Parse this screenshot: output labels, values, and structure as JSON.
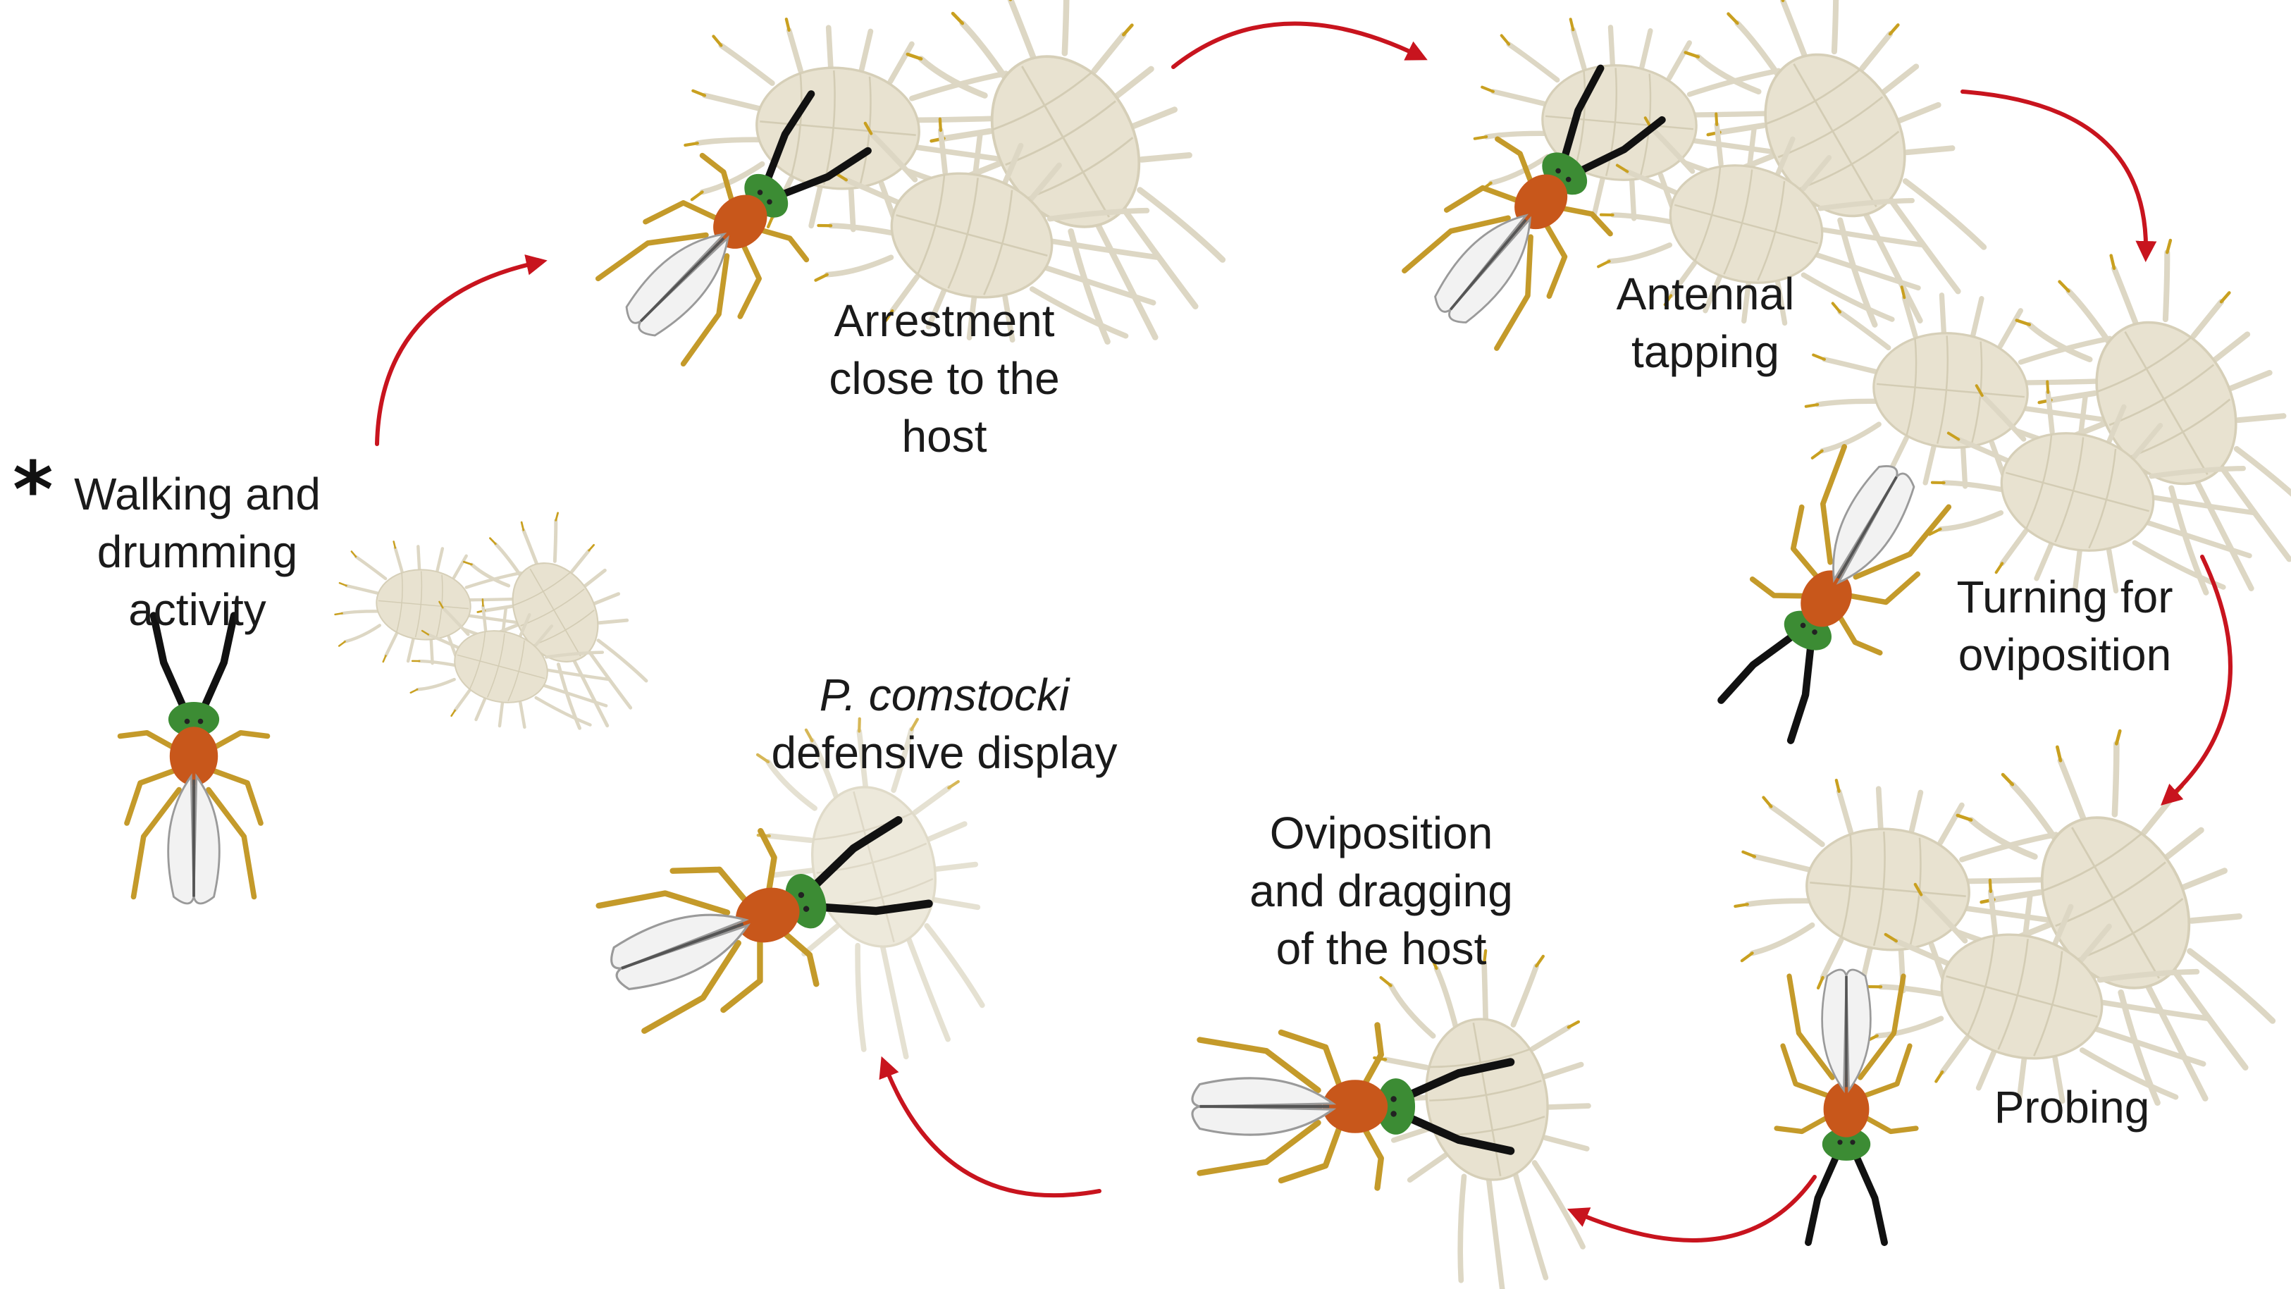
{
  "start_marker": "*",
  "stages": [
    {
      "id": "walking",
      "lines": [
        "Walking and",
        "drumming",
        "activity"
      ]
    },
    {
      "id": "arrestment",
      "lines": [
        "Arrestment",
        "close to the",
        "host"
      ]
    },
    {
      "id": "antennal",
      "lines": [
        "Antennal",
        "tapping"
      ]
    },
    {
      "id": "turning",
      "lines": [
        "Turning for",
        "oviposition"
      ]
    },
    {
      "id": "probing",
      "lines": [
        "Probing"
      ]
    },
    {
      "id": "oviposition",
      "lines": [
        "Oviposition",
        "and dragging",
        "of the host"
      ]
    },
    {
      "id": "defensive",
      "lines": [
        "P. comstocki",
        "defensive display"
      ]
    }
  ],
  "colors": {
    "arrow": "#c8141e",
    "mealybug_body": "#e8e2d0",
    "mealybug_filament": "#ddd7c4",
    "mealybug_tip": "#c9a020",
    "wasp_thorax": "#c8571b",
    "wasp_head": "#3c8c34",
    "wasp_antenna": "#111111",
    "wasp_leg": "#c49a2a",
    "wasp_wing": "#eeeeee"
  }
}
